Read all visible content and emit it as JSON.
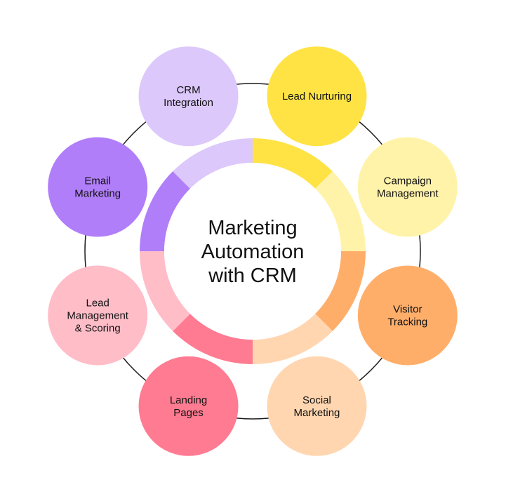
{
  "center": {
    "lines": [
      "Marketing",
      "Automation",
      "with CRM"
    ]
  },
  "orbit_color": "#1a1a1a",
  "nodes": [
    {
      "id": "crm-integration",
      "lines": [
        "CRM",
        "Integration"
      ],
      "color": "#dcc8fa",
      "ring_color": "#dcc8fa"
    },
    {
      "id": "lead-nurturing",
      "lines": [
        "Lead Nurturing"
      ],
      "color": "#ffe345",
      "ring_color": "#ffe345"
    },
    {
      "id": "campaign-management",
      "lines": [
        "Campaign",
        "Management"
      ],
      "color": "#fff3aa",
      "ring_color": "#fff3aa"
    },
    {
      "id": "visitor-tracking",
      "lines": [
        "Visitor",
        "Tracking"
      ],
      "color": "#ffae6a",
      "ring_color": "#ffae6a"
    },
    {
      "id": "social-marketing",
      "lines": [
        "Social",
        "Marketing"
      ],
      "color": "#ffd6b0",
      "ring_color": "#ffd6b0"
    },
    {
      "id": "landing-pages",
      "lines": [
        "Landing",
        "Pages"
      ],
      "color": "#ff7b91",
      "ring_color": "#ff7b91"
    },
    {
      "id": "lead-management-scoring",
      "lines": [
        "Lead",
        "Management",
        "& Scoring"
      ],
      "color": "#ffbdc8",
      "ring_color": "#ffbdc8"
    },
    {
      "id": "email-marketing",
      "lines": [
        "Email",
        "Marketing"
      ],
      "color": "#b07ef8",
      "ring_color": "#b07ef8"
    }
  ]
}
